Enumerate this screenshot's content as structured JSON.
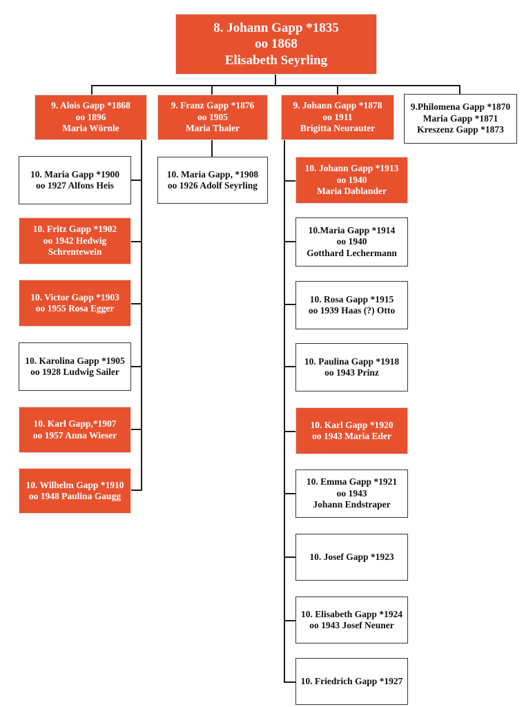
{
  "root": {
    "lines": [
      "8. Johann Gapp *1835",
      "oo 1868",
      "Elisabeth Seyrling"
    ],
    "color": "red"
  },
  "generation9": [
    {
      "lines": [
        "9. Alois Gapp *1868",
        "oo 1896",
        "Maria Wörnle"
      ],
      "color": "red"
    },
    {
      "lines": [
        "9. Franz Gapp *1876",
        "oo 1905",
        "Maria Thaler"
      ],
      "color": "red"
    },
    {
      "lines": [
        "9. Johann Gapp *1878",
        "oo 1911",
        "Brigitta Neurauter"
      ],
      "color": "red"
    },
    {
      "lines": [
        "9.Philomena Gapp *1870",
        "Maria Gapp *1871",
        "Kreszenz Gapp *1873"
      ],
      "color": "white"
    }
  ],
  "alois_children": [
    {
      "lines": [
        "10. Maria Gapp *1900",
        "oo 1927  Alfons Heis"
      ],
      "color": "white"
    },
    {
      "lines": [
        "10. Fritz  Gapp *1902",
        "oo 1942 Hedwig",
        "Schrentewein"
      ],
      "color": "red"
    },
    {
      "lines": [
        "10. Victor Gapp *1903",
        "oo 1955 Rosa Egger"
      ],
      "color": "red"
    },
    {
      "lines": [
        "10. Karolina Gapp *1905",
        "oo 1928 Ludwig Sailer"
      ],
      "color": "white"
    },
    {
      "lines": [
        "10. Karl Gapp,*1907",
        "oo 1957 Anna Wieser"
      ],
      "color": "red"
    },
    {
      "lines": [
        "10. Wilhelm Gapp *1910",
        "oo 1948 Paulina Gaugg"
      ],
      "color": "red"
    }
  ],
  "franz_children": [
    {
      "lines": [
        "10. Maria  Gapp, *1908",
        "oo 1926 Adolf Seyrling"
      ],
      "color": "white"
    }
  ],
  "johann_children": [
    {
      "lines": [
        "10. Johann Gapp *1913",
        "oo 1940",
        "Maria Dablander"
      ],
      "color": "red"
    },
    {
      "lines": [
        "10.Maria Gapp *1914",
        "oo 1940",
        "Gotthard  Lechermann"
      ],
      "color": "white"
    },
    {
      "lines": [
        "10. Rosa Gapp *1915",
        "oo 1939 Haas (?) Otto"
      ],
      "color": "white"
    },
    {
      "lines": [
        "10. Paulina Gapp *1918",
        "oo 1943 Prinz"
      ],
      "color": "white"
    },
    {
      "lines": [
        "10. Karl Gapp *1920",
        "oo 1943 Maria Eder"
      ],
      "color": "red"
    },
    {
      "lines": [
        "10. Emma Gapp *1921",
        "oo 1943",
        "Johann Endstraper"
      ],
      "color": "white"
    },
    {
      "lines": [
        "10. Josef Gapp *1923"
      ],
      "color": "white"
    },
    {
      "lines": [
        "10. Elisabeth Gapp *1924",
        "oo 1943 Josef Neuner"
      ],
      "color": "white"
    },
    {
      "lines": [
        "10. Friedrich Gapp *1927"
      ],
      "color": "white"
    }
  ]
}
